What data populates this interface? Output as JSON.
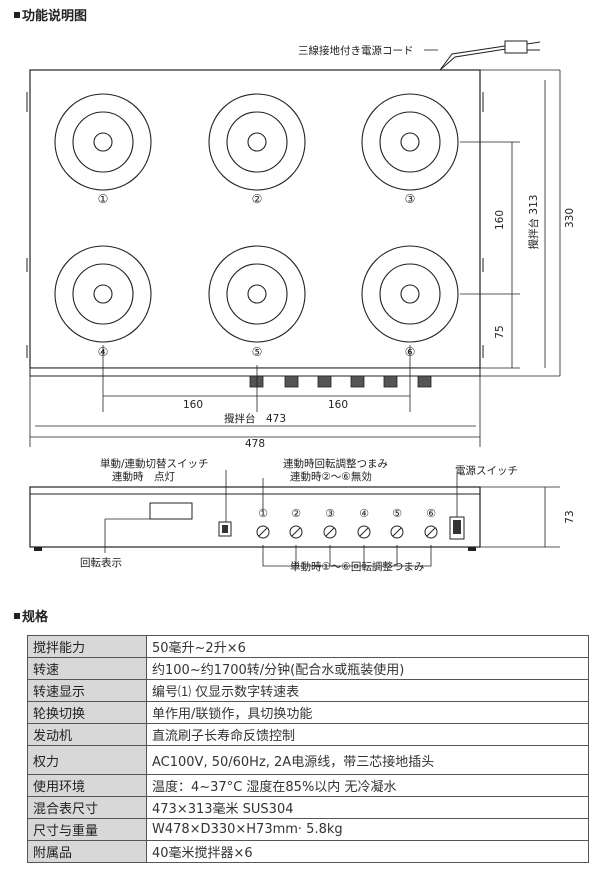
{
  "headings": {
    "function": "功能说明图",
    "spec": "规格"
  },
  "drawing": {
    "labels": {
      "power_cord": "三線接地付き電源コード",
      "stir_height": "攪拌台 313",
      "height": "330",
      "dim_160_vertical": "160",
      "dim_75": "75",
      "dim_160_left": "160",
      "dim_160_right": "160",
      "stir_width": "攪拌台　473",
      "width": "478",
      "mode_switch_line1": "単動/連動切替スイッチ",
      "mode_switch_line2": "連動時　点灯",
      "linked_knob_line1": "連動時回転調整つまみ",
      "linked_knob_line2": "連動時②～⑥無効",
      "power_switch": "電源スイッチ",
      "rotation_display": "回転表示",
      "single_knob": "単動時①～⑥回転調整つまみ",
      "depth": "73"
    },
    "positions": [
      "①",
      "②",
      "③",
      "④",
      "⑤",
      "⑥"
    ]
  },
  "spec": {
    "rows": [
      {
        "key": "搅拌能力",
        "value": "50毫升~2升×6"
      },
      {
        "key": "转速",
        "value": "约100~约1700转/分钟(配合水或瓶装使用)"
      },
      {
        "key": "转速显示",
        "value": "编号⑴ 仅显示数字转速表"
      },
      {
        "key": "轮换切换",
        "value": "单作用/联锁作，具切换功能"
      },
      {
        "key": "发动机",
        "value": "直流刷子长寿命反馈控制"
      },
      {
        "key": "权力",
        "value": "AC100V, 50/60Hz, 2A电源线，带三芯接地插头"
      },
      {
        "key": "使用环境",
        "value": "温度：4~37°C 湿度在85%以内 无冷凝水"
      },
      {
        "key": "混合表尺寸",
        "value": "473×313毫米 SUS304"
      },
      {
        "key": "尺寸与重量",
        "value": "W478×D330×H73mm· 5.8kg"
      },
      {
        "key": "附属品",
        "value": "40毫米搅拌器×6"
      }
    ]
  }
}
